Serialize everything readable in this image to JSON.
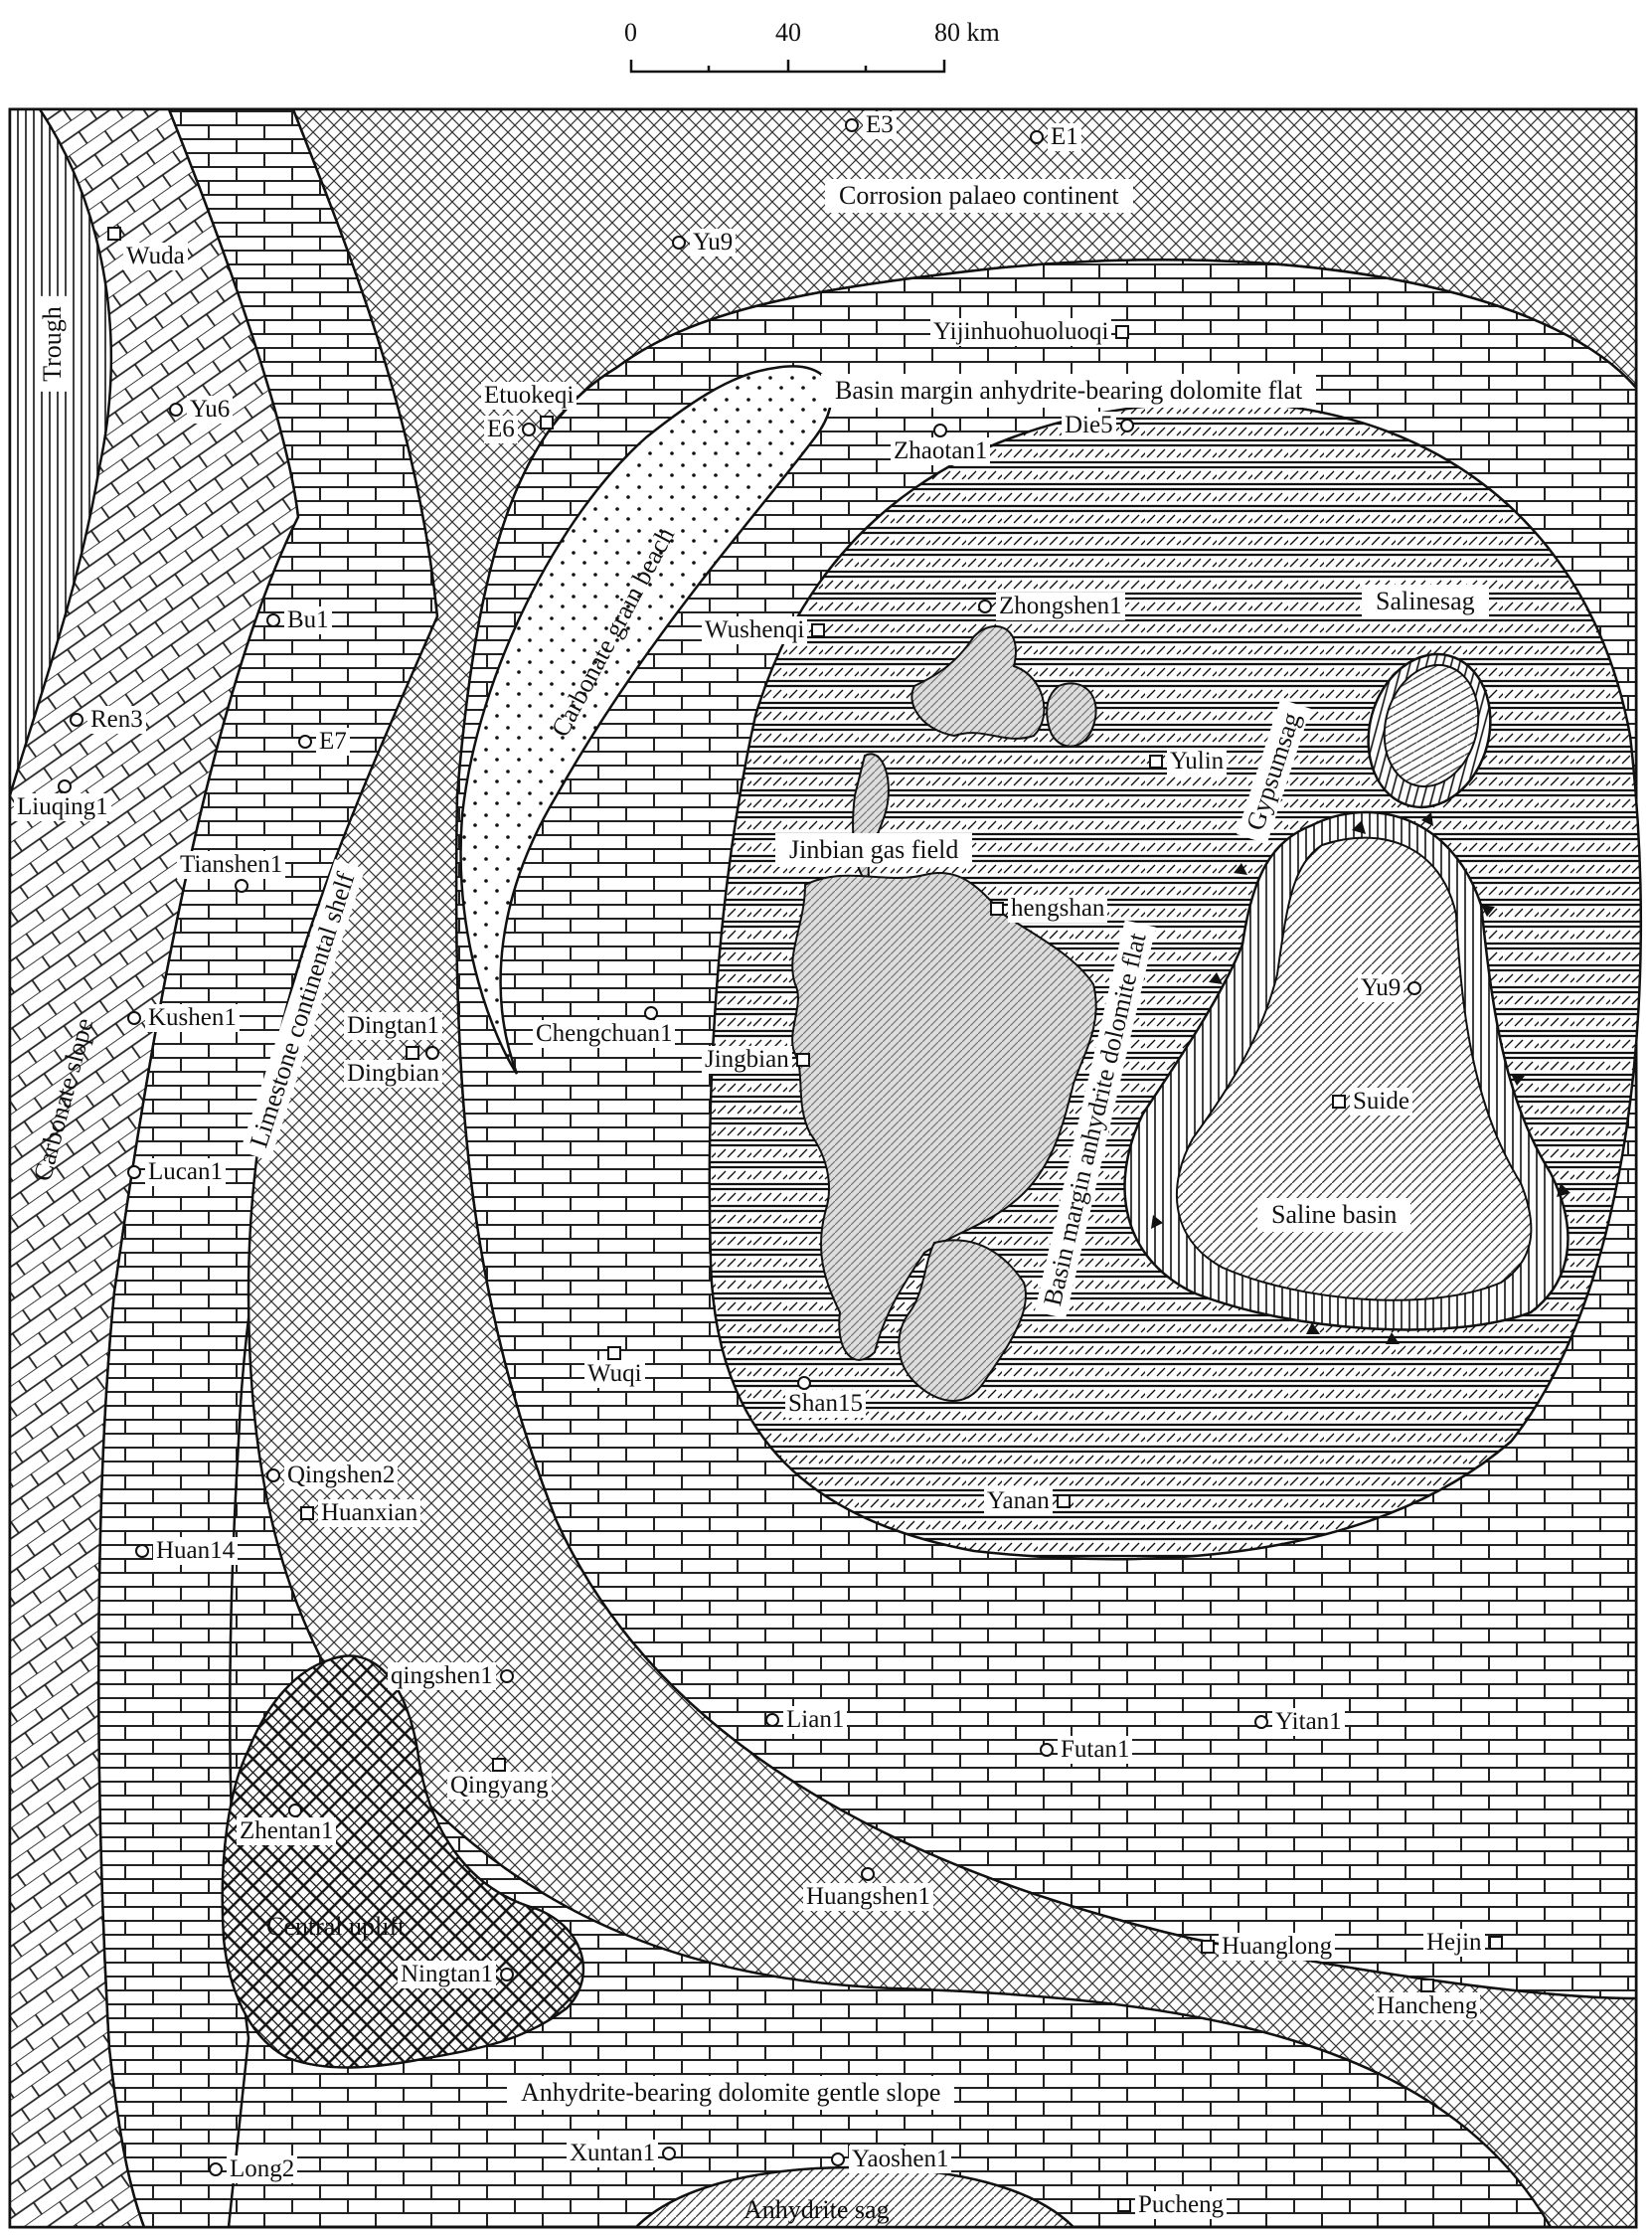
{
  "scale_bar": {
    "ticks": [
      "0",
      "40",
      "80 km"
    ]
  },
  "zones": {
    "trough": "Trough",
    "carbonate_slope": "Carbonate slope",
    "limestone_shelf": "Limestone continental shelf",
    "corrosion_continent": "Corrosion palaeo continent",
    "basin_margin_flat_north": "Basin margin anhydrite-bearing dolomite flat",
    "carbonate_grain_beach": "Carbonate grain beach",
    "salinesag": "Salinesag",
    "gypsumsag": "Gypsumsag",
    "jinbian_gas_field": "Jinbian gas field",
    "basin_margin_flat_inner": "Basin margin anhydrite dolomite flat",
    "saline_basin": "Saline basin",
    "central_uplift": "Central uplift",
    "gentle_slope": "Anhydrite-bearing dolomite gentle slope",
    "anhydrite_sag": "Anhydrite sag"
  },
  "wells": {
    "e3": "E3",
    "e1": "E1",
    "yu9_north": "Yu9",
    "wuda": "Wuda",
    "yu6": "Yu6",
    "etuokeqi": "Etuokeqi",
    "e6": "E6",
    "yijinhuohuoluoqi": "Yijinhuohuoluoqi",
    "zhaotan1": "Zhaotan1",
    "die5": "Die5",
    "bu1": "Bu1",
    "ren3": "Ren3",
    "e7": "E7",
    "wushenqi": "Wushenqi",
    "zhongshen1": "Zhongshen1",
    "yulin": "Yulin",
    "liuqing1": "Liuqing1",
    "tianshen1": "Tianshen1",
    "hengshan": "hengshan",
    "kushen1": "Kushen1",
    "dingtan1": "Dingtan1",
    "dingbian": "Dingbian",
    "chengchuan1": "Chengchuan1",
    "jingbian": "Jingbian",
    "yu9_east": "Yu9",
    "suide": "Suide",
    "lucan1": "Lucan1",
    "wuqi": "Wuqi",
    "shan15": "Shan15",
    "qingshen2": "Qingshen2",
    "huanxian": "Huanxian",
    "yanan": "Yanan",
    "huan14": "Huan14",
    "qingshen1": "qingshen1",
    "lian1": "Lian1",
    "futan1": "Futan1",
    "yitan1": "Yitan1",
    "zhentan1": "Zhentan1",
    "qingyang": "Qingyang",
    "huangshen1": "Huangshen1",
    "huanglong": "Huanglong",
    "hejin": "Hejin",
    "ningtan1": "Ningtan1",
    "hancheng": "Hancheng",
    "long2": "Long2",
    "xuntan1": "Xuntan1",
    "yaoshen1": "Yaoshen1",
    "pucheng": "Pucheng"
  }
}
